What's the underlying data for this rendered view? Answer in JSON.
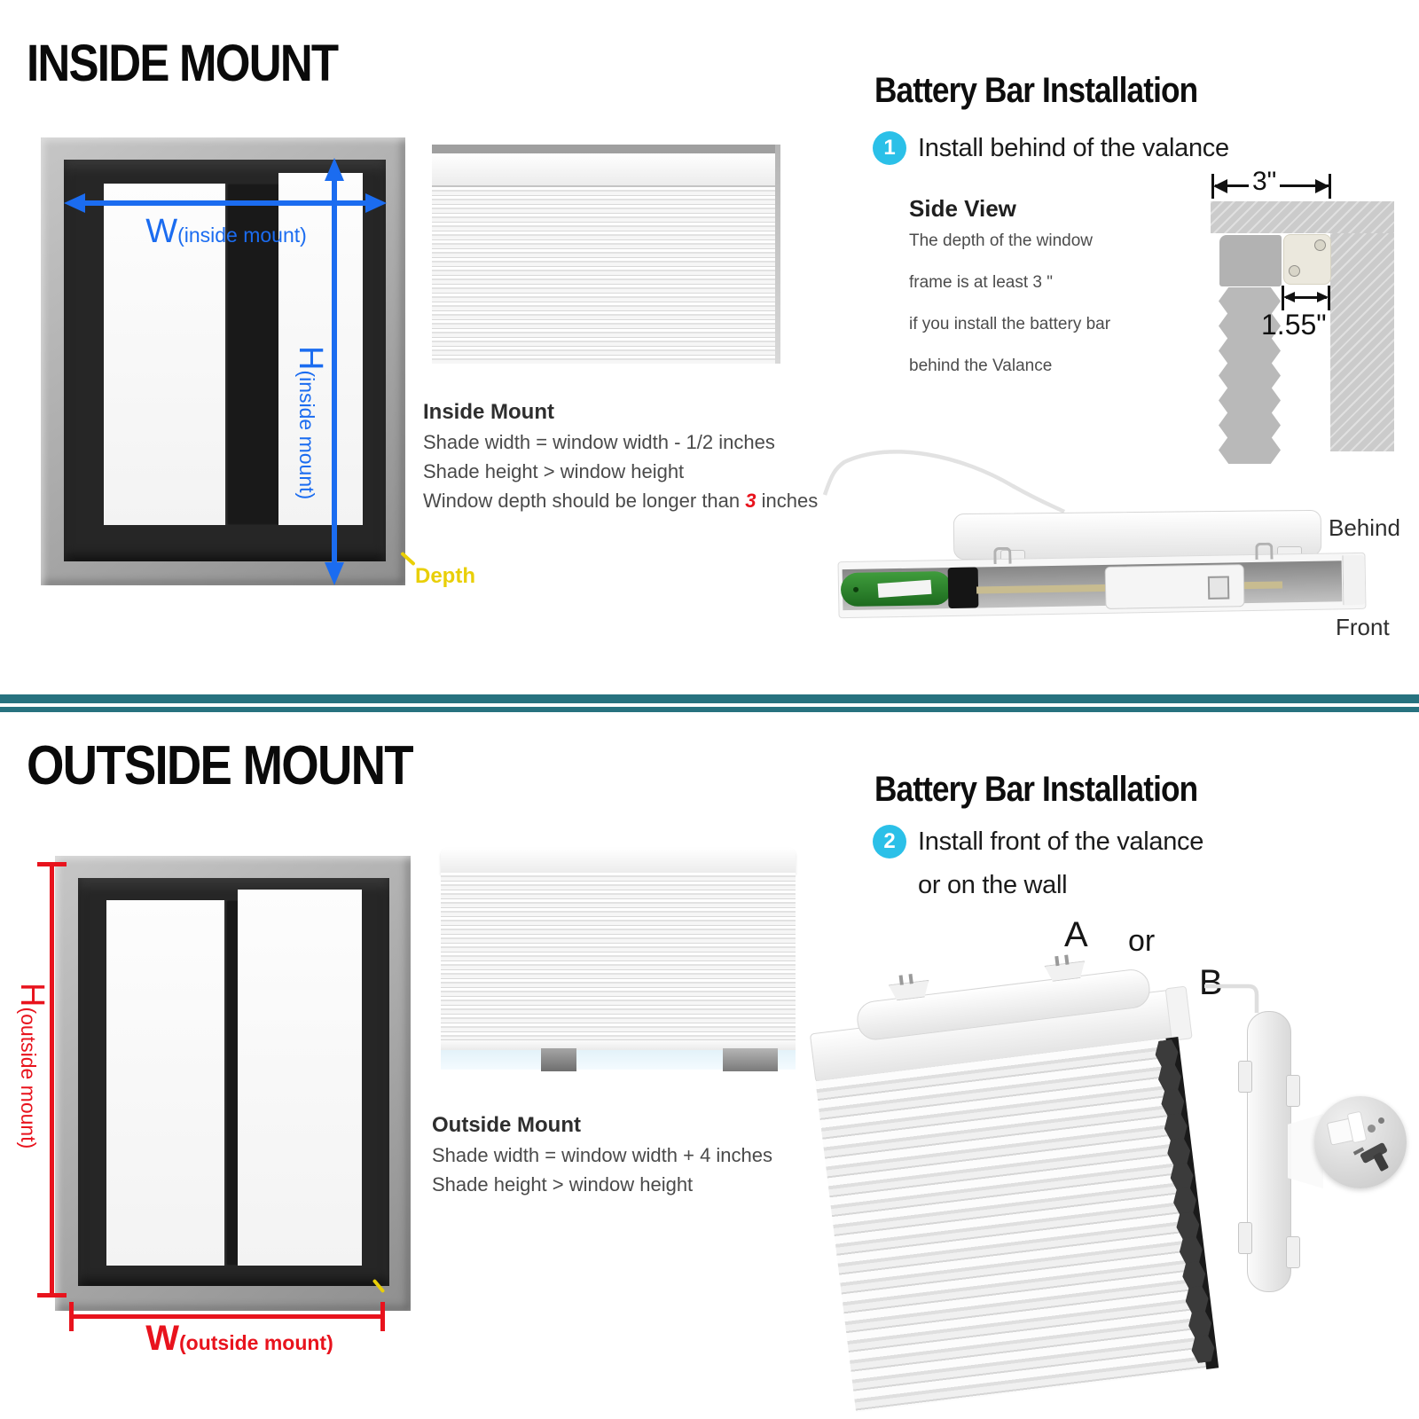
{
  "colors": {
    "accent_blue": "#1b6cf0",
    "accent_red": "#e8131d",
    "accent_yellow": "#e9cf07",
    "badge_cyan": "#2bc0e8",
    "divider_teal": "#27727f"
  },
  "inside": {
    "title": "INSIDE MOUNT",
    "window": {
      "w_main": "W",
      "w_sub": "(inside mount)",
      "h_main": "H",
      "h_sub": "(inside mount)",
      "depth": "Depth"
    },
    "specs": {
      "heading": "Inside Mount",
      "line1": "Shade width = window width - 1/2 inches",
      "line2": "Shade height > window height",
      "line3_pre": "Window depth should be longer than ",
      "line3_em": "3",
      "line3_post": " inches"
    },
    "battery": {
      "heading": "Battery Bar Installation",
      "step_num": "1",
      "step_text": "Install behind of the valance",
      "side_view_title": "Side View",
      "sv_lines": [
        "The depth of the window",
        "frame is at least 3 \"",
        "if you install the battery bar",
        "behind the Valance"
      ],
      "dim_frame": "3\"",
      "dim_bar": "1.55\"",
      "label_behind": "Behind",
      "label_front": "Front"
    }
  },
  "outside": {
    "title": "OUTSIDE MOUNT",
    "window": {
      "w_main": "W",
      "w_sub": "(outside mount)",
      "h_main": "H",
      "h_sub": "(outside mount)"
    },
    "specs": {
      "heading": "Outside Mount",
      "line1": "Shade width = window width + 4 inches",
      "line2": "Shade height > window height"
    },
    "battery": {
      "heading": "Battery Bar Installation",
      "step_num": "2",
      "step_line1": "Install front of the valance",
      "step_line2": "or on the wall",
      "label_a": "A",
      "label_or": "or",
      "label_b": "B"
    }
  }
}
